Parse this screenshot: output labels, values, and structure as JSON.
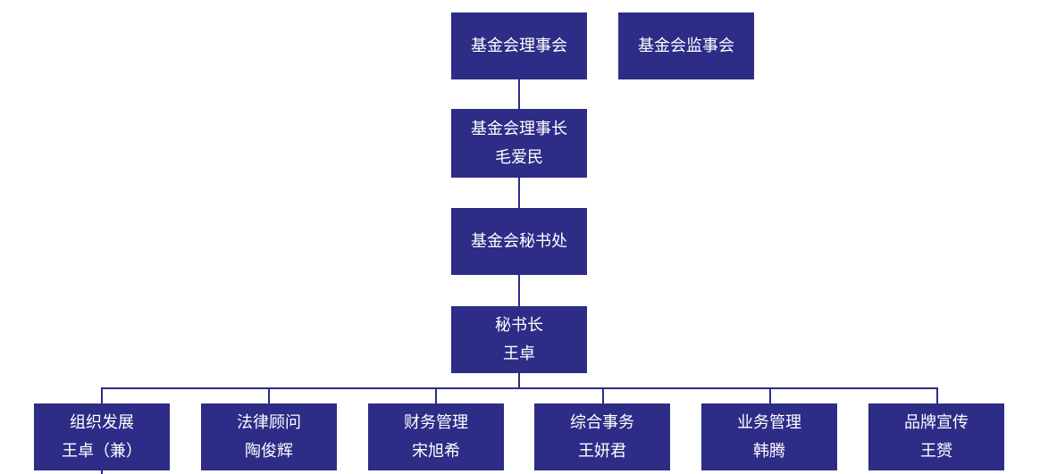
{
  "top": {
    "board": "基金会理事会",
    "supervisors": "基金会监事会"
  },
  "chair": {
    "title": "基金会理事长",
    "name": "毛爱民"
  },
  "secretariat": {
    "title": "基金会秘书处"
  },
  "secretary_general": {
    "title": "秘书长",
    "name": "王卓"
  },
  "departments": [
    {
      "title": "组织发展",
      "name": "王卓（兼）"
    },
    {
      "title": "法律顾问",
      "name": "陶俊辉"
    },
    {
      "title": "财务管理",
      "name": "宋旭希"
    },
    {
      "title": "综合事务",
      "name": "王妍君"
    },
    {
      "title": "业务管理",
      "name": "韩腾"
    },
    {
      "title": "品牌宣传",
      "name": "王赟"
    }
  ],
  "colors": {
    "box": "#2d2c86",
    "text": "#ffffff",
    "connector": "#2d2c86"
  }
}
